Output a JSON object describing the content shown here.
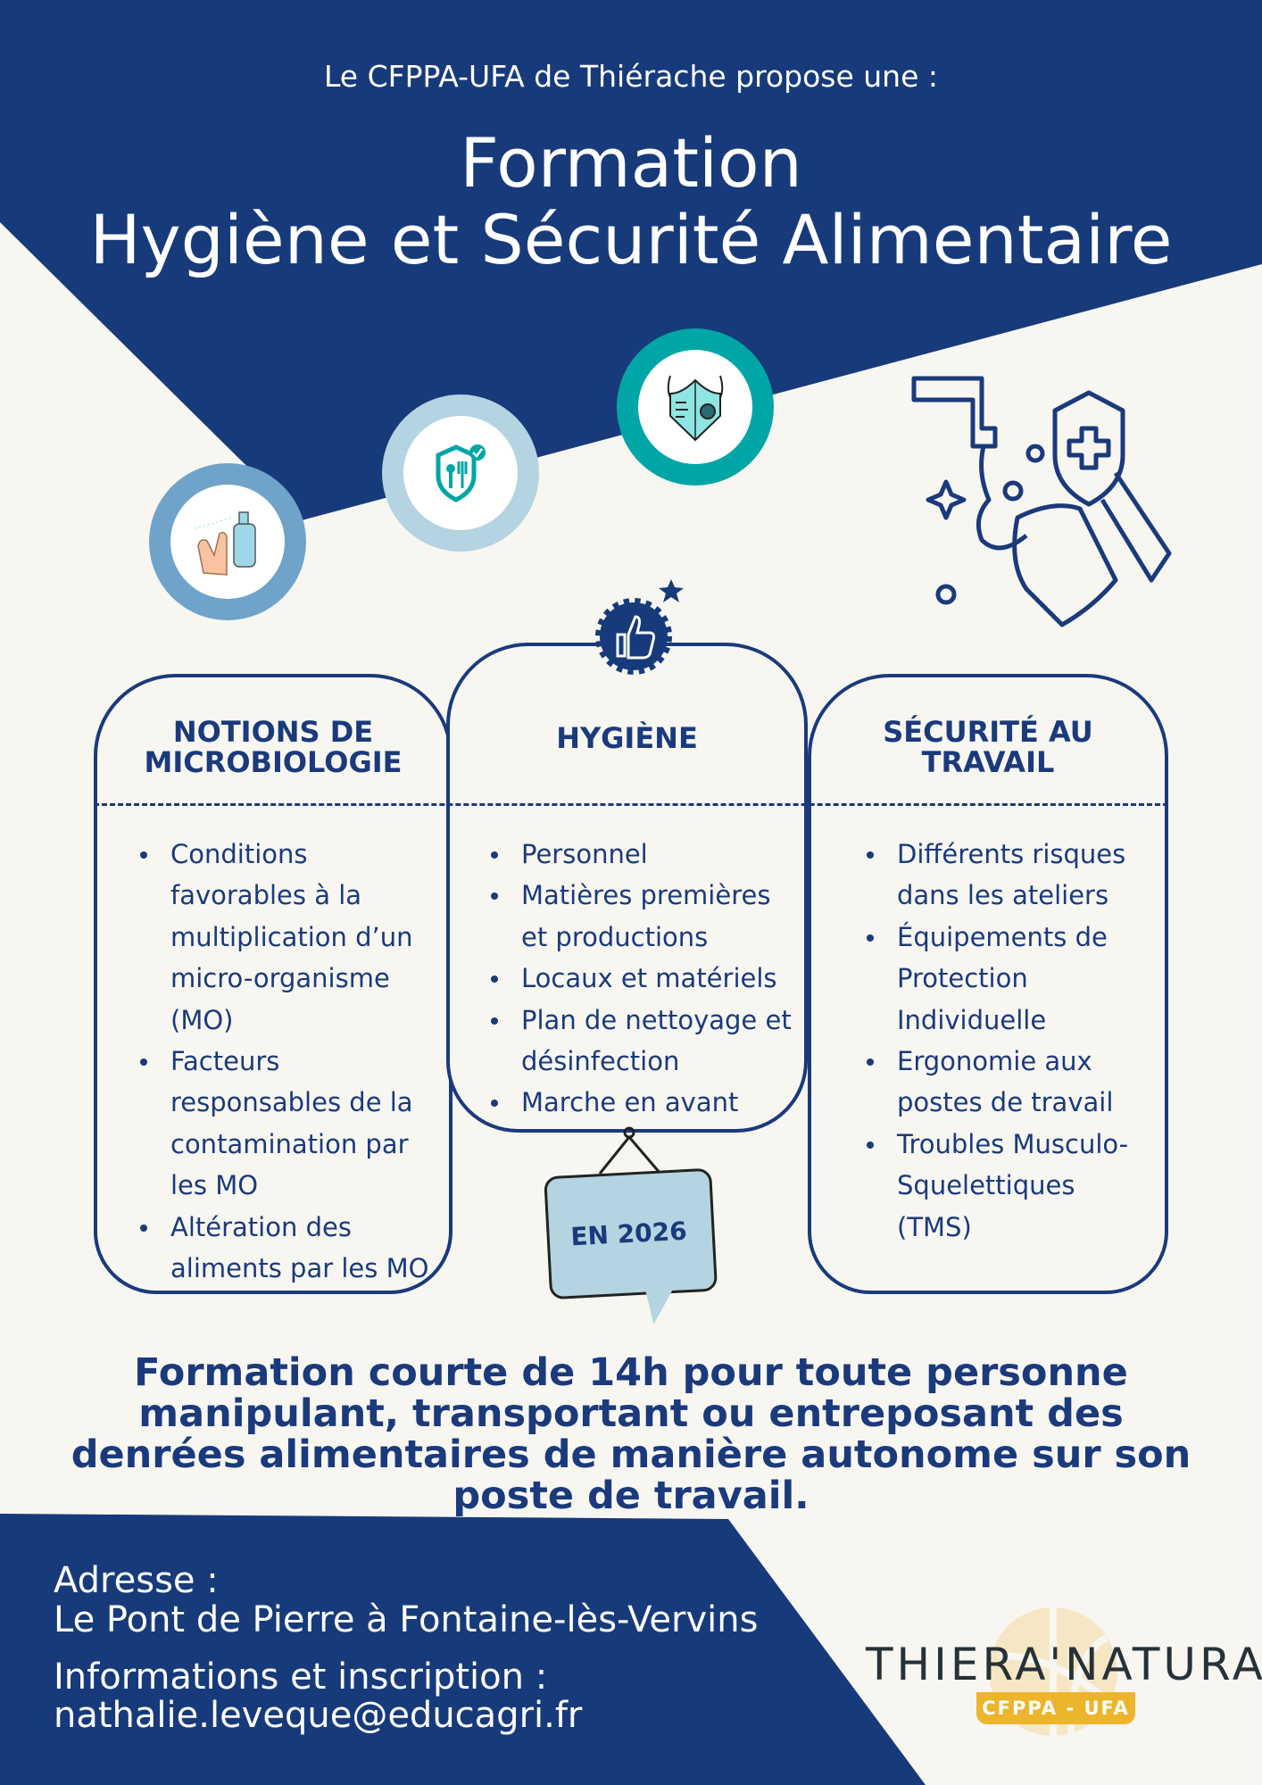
{
  "header": {
    "intro": "Le CFPPA-UFA de Thiérache propose une :",
    "title_line1": "Formation",
    "title_line2": "Hygiène et Sécurité Alimentaire"
  },
  "colors": {
    "navy": "#173a7a",
    "background": "#f7f6f1",
    "teal": "#00a6a6",
    "light_blue": "#b3d4e0",
    "mid_blue": "#6fa3c9",
    "yellow": "#ecb52c"
  },
  "icons": [
    "hand-sanitizer-icon",
    "food-safety-shield-icon",
    "face-mask-icon",
    "hand-washing-icon",
    "thumbs-up-badge-icon"
  ],
  "columns": [
    {
      "title": "NOTIONS DE MICROBIOLOGIE",
      "items": [
        "Conditions favorables à la multiplication d’un micro-organisme (MO)",
        "Facteurs responsables de la contamination par les MO",
        "Altération des aliments par les MO"
      ]
    },
    {
      "title": "HYGIÈNE",
      "items": [
        "Personnel",
        "Matières premières et productions",
        "Locaux et matériels",
        "Plan de nettoyage et désinfection",
        "Marche en avant"
      ]
    },
    {
      "title": "SÉCURITÉ AU TRAVAIL",
      "items": [
        "Différents risques dans les ateliers",
        "Équipements de Protection Individuelle",
        "Ergonomie aux postes de travail",
        "Troubles Musculo-Squelettiques (TMS)"
      ]
    }
  ],
  "sign": "EN 2026",
  "description": "Formation courte de 14h pour toute personne manipulant, transportant ou entreposant des denrées alimentaires de manière autonome sur son poste de travail.",
  "footer": {
    "address_label": "Adresse :",
    "address": "Le Pont de Pierre à Fontaine-lès-Vervins",
    "info_label": "Informations et inscription :",
    "email": "nathalie.leveque@educagri.fr"
  },
  "logo": {
    "name": "THIERA'NATURA",
    "badge": "CFPPA - UFA"
  }
}
